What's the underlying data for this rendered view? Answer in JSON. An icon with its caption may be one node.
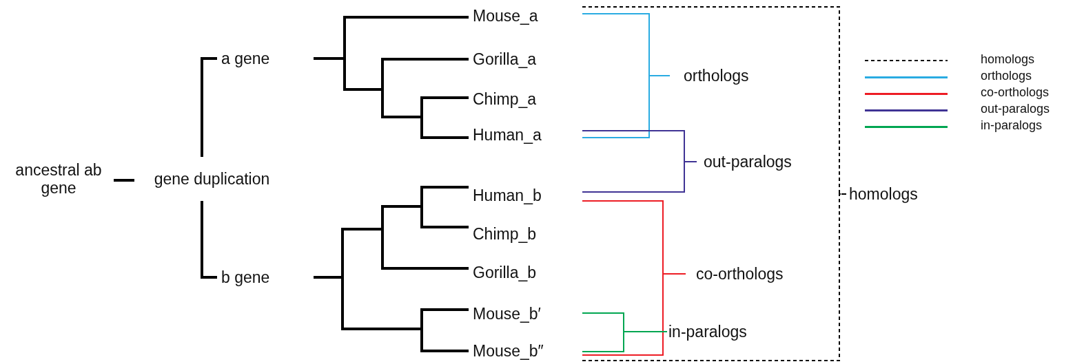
{
  "diagram": {
    "nodes": [
      {
        "text": [
          "ancestral ab gene"
        ]
      },
      {
        "text": [
          "gene duplication"
        ]
      },
      {
        "text": [
          "a gene"
        ]
      },
      {
        "text": [
          "b gene"
        ]
      },
      {
        "text": [
          "Mouse_a"
        ]
      },
      {
        "text": [
          "Gorilla_a"
        ]
      },
      {
        "text": [
          "Chimp_a"
        ]
      },
      {
        "text": [
          "Human_a"
        ]
      },
      {
        "text": [
          "Human_b"
        ]
      },
      {
        "text": [
          "Chimp_b"
        ]
      },
      {
        "text": [
          "Gorilla_b"
        ]
      },
      {
        "text": [
          "Mouse_b′"
        ]
      },
      {
        "text": [
          "Mouse_b″"
        ]
      },
      {
        "text": [
          "orthologs"
        ]
      },
      {
        "text": [
          "out-paralogs"
        ]
      },
      {
        "text": [
          "co-orthologs"
        ]
      },
      {
        "text": [
          "in-paralogs"
        ]
      },
      {
        "text": [
          "homologs"
        ]
      }
    ],
    "edges": [
      {
        "from": 0,
        "to": 1,
        "arrow": "none"
      },
      {
        "from": 1,
        "to": 2,
        "arrow": "none"
      },
      {
        "from": 1,
        "to": 3,
        "arrow": "none"
      },
      {
        "from": 2,
        "to": 4,
        "arrow": "none"
      },
      {
        "from": 2,
        "to": 5,
        "arrow": "none"
      },
      {
        "from": 2,
        "to": 6,
        "arrow": "none"
      },
      {
        "from": 2,
        "to": 7,
        "arrow": "none"
      },
      {
        "from": 3,
        "to": 8,
        "arrow": "none"
      },
      {
        "from": 3,
        "to": 9,
        "arrow": "none"
      },
      {
        "from": 3,
        "to": 10,
        "arrow": "none"
      },
      {
        "from": 3,
        "to": 11,
        "arrow": "none"
      },
      {
        "from": 3,
        "to": 12,
        "arrow": "none"
      },
      {
        "from": 4,
        "to": 13,
        "arrow": "none",
        "color": "#29abe2"
      },
      {
        "from": 7,
        "to": 13,
        "arrow": "none",
        "color": "#29abe2"
      },
      {
        "from": 7,
        "to": 14,
        "arrow": "none",
        "color": "#3f3394"
      },
      {
        "from": 8,
        "to": 14,
        "arrow": "none",
        "color": "#3f3394"
      },
      {
        "from": 8,
        "to": 15,
        "arrow": "none",
        "color": "#ed1c24"
      },
      {
        "from": 12,
        "to": 15,
        "arrow": "none",
        "color": "#ed1c24"
      },
      {
        "from": 11,
        "to": 16,
        "arrow": "none",
        "color": "#00a651"
      },
      {
        "from": 12,
        "to": 16,
        "arrow": "none",
        "color": "#00a651"
      },
      {
        "from": 4,
        "to": 17,
        "arrow": "none",
        "style": "dashed"
      },
      {
        "from": 12,
        "to": 17,
        "arrow": "none",
        "style": "dashed"
      }
    ],
    "legend": [
      {
        "text": "homologs"
      },
      {
        "text": "orthologs",
        "color": "#29abe2"
      },
      {
        "text": "co-orthologs",
        "color": "#ed1c24"
      },
      {
        "text": "out-paralogs",
        "color": "#3f3394"
      },
      {
        "text": "in-paralogs",
        "color": "#00a651"
      }
    ]
  }
}
